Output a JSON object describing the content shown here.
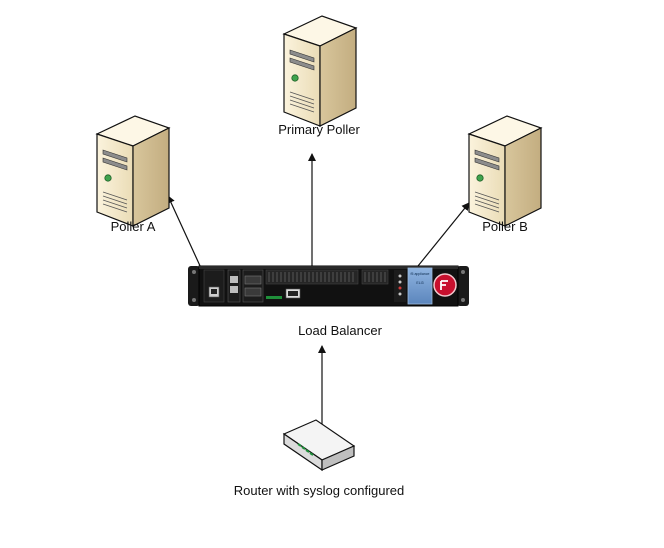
{
  "diagram": {
    "nodes": {
      "primary_poller": {
        "label": "Primary Poller",
        "icon": "server-icon"
      },
      "poller_a": {
        "label": "Poller A",
        "icon": "server-icon"
      },
      "poller_b": {
        "label": "Poller B",
        "icon": "server-icon"
      },
      "load_balancer": {
        "label": "Load Balancer",
        "icon": "load-balancer-appliance-icon",
        "faceplate_text": "f5 appliance",
        "faceplate_model": "ELI3",
        "colors": {
          "chassis": "#111111",
          "lcd": "#4d7fb5",
          "badge": "#c8102e"
        }
      },
      "router": {
        "label": "Router with syslog configured",
        "icon": "router-icon"
      }
    },
    "edges": [
      {
        "from": "load_balancer",
        "to": "poller_a"
      },
      {
        "from": "load_balancer",
        "to": "primary_poller"
      },
      {
        "from": "load_balancer",
        "to": "poller_b"
      },
      {
        "from": "router",
        "to": "load_balancer"
      }
    ],
    "colors": {
      "server_face": "#f2e6c8",
      "server_side": "#d9c7a0",
      "arrow": "#111111"
    }
  }
}
